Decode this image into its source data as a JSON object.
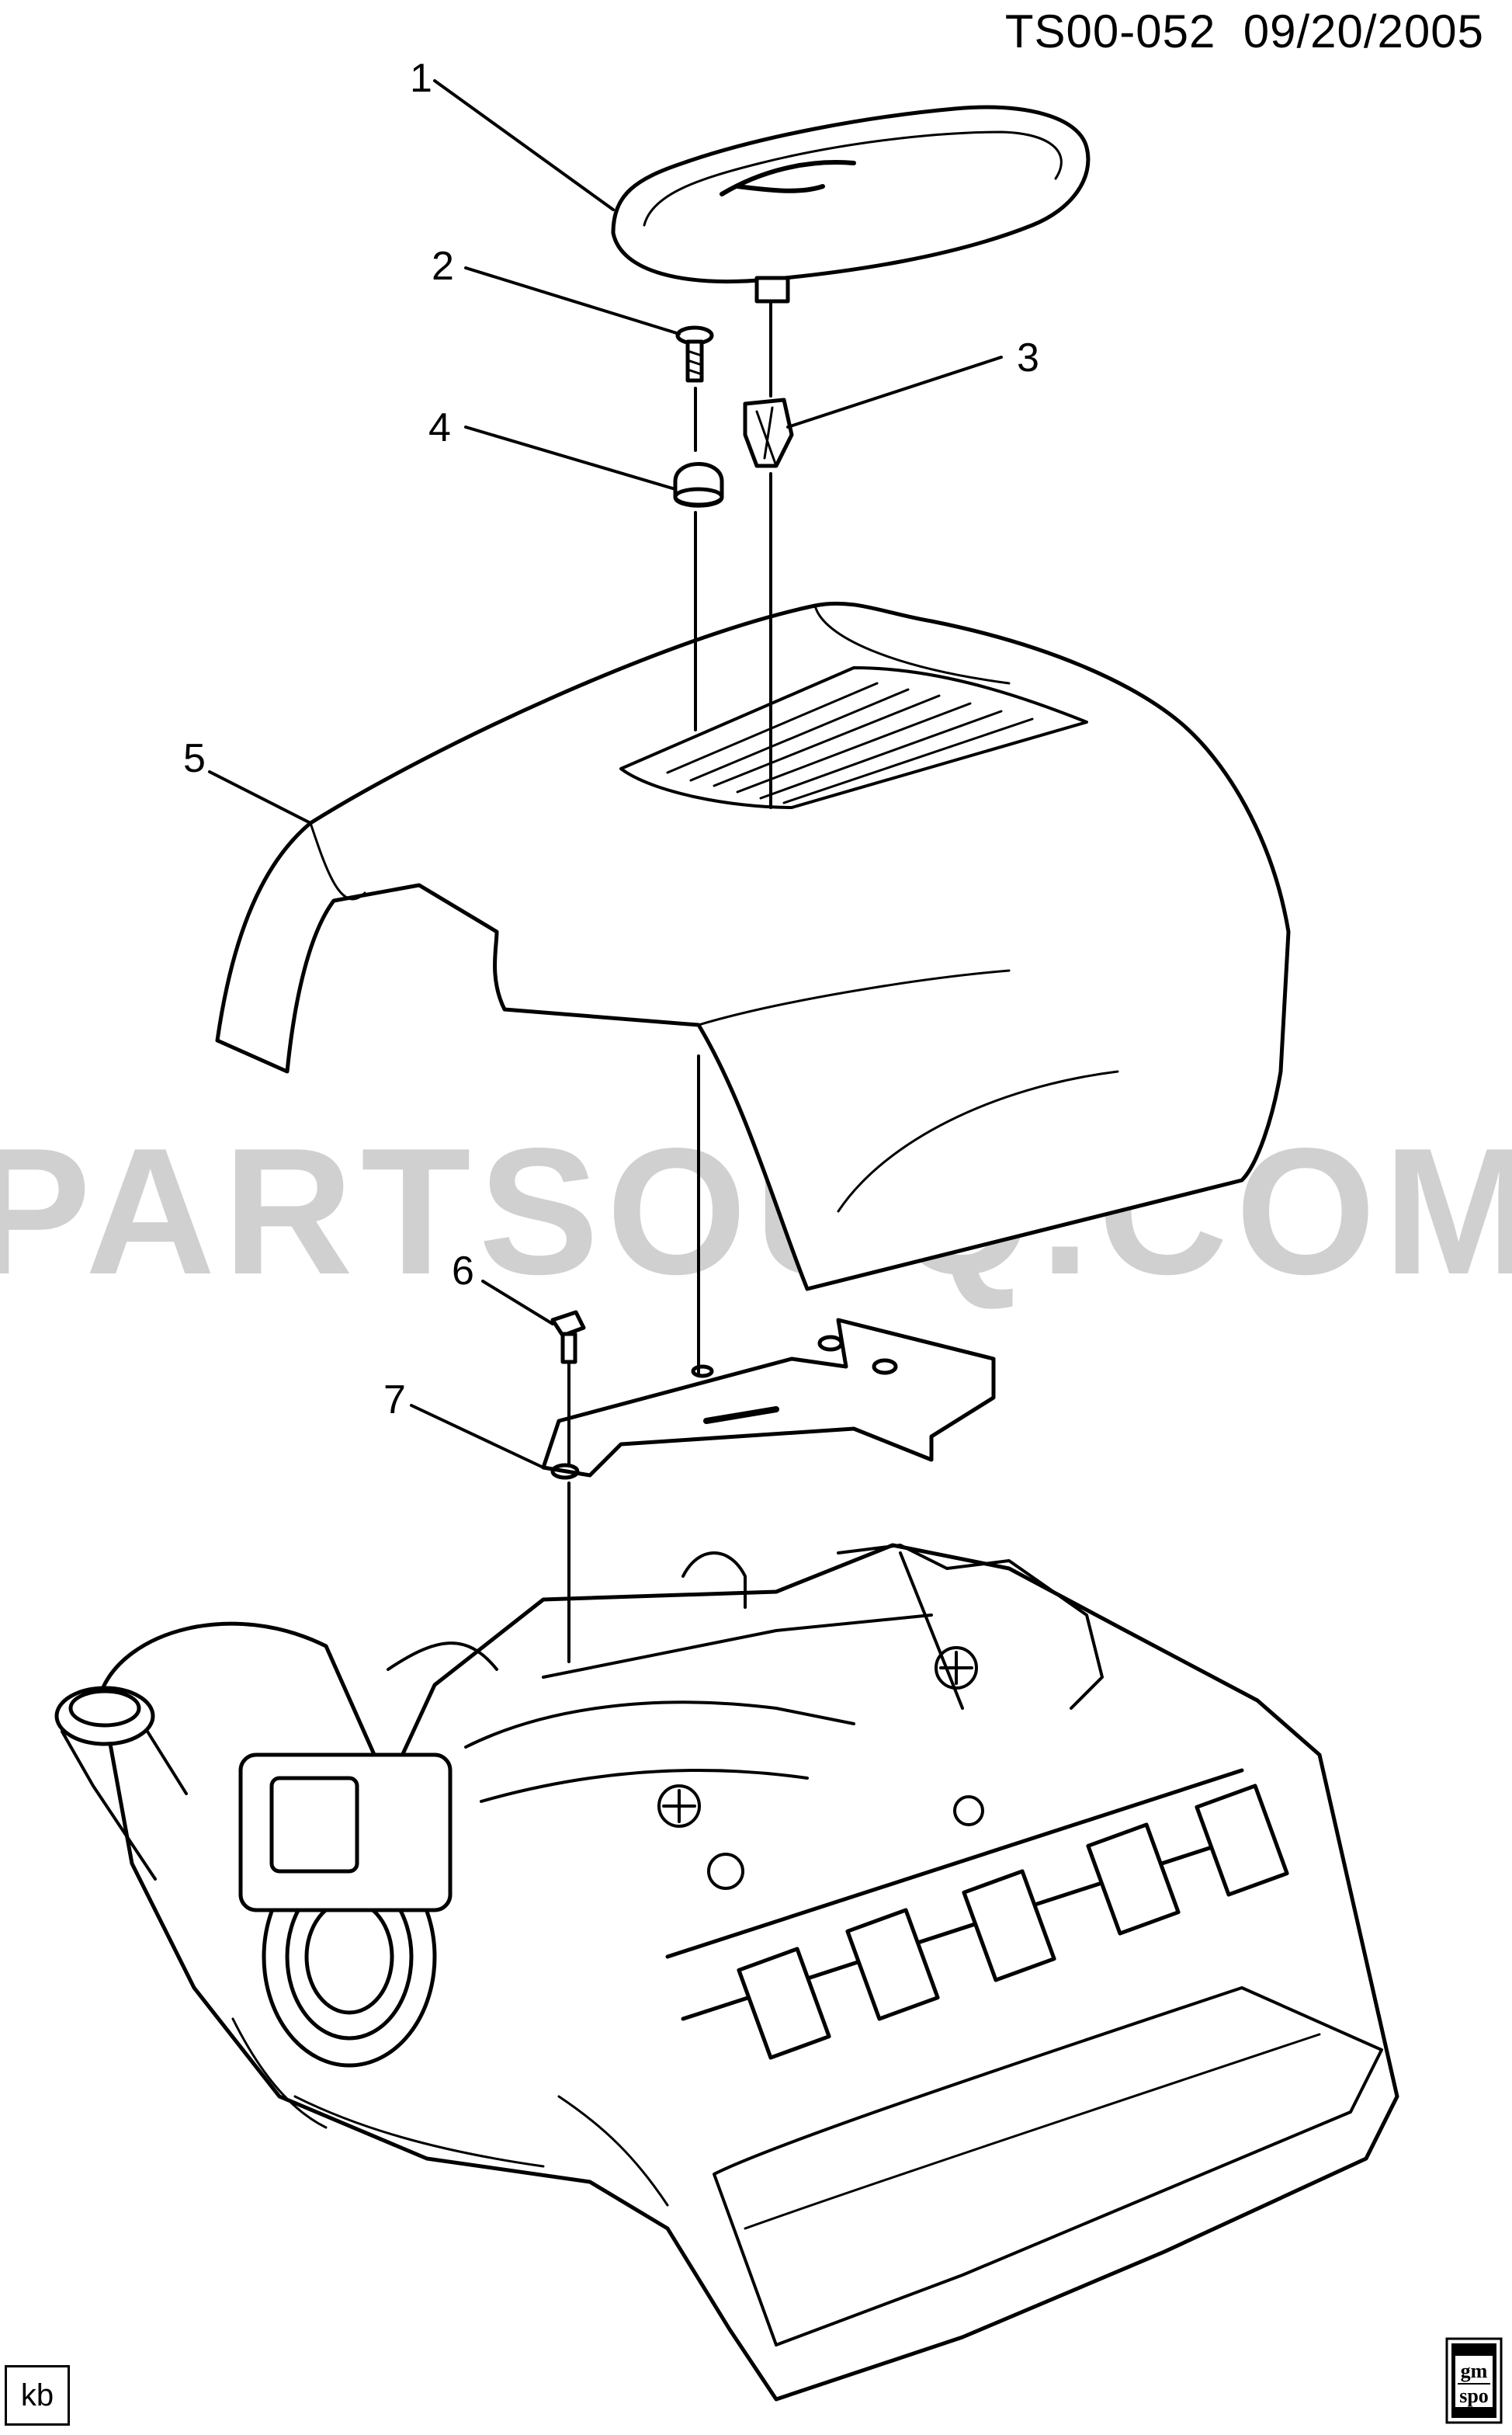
{
  "header": {
    "code": "TS00-052",
    "date": "09/20/2005"
  },
  "callouts": [
    "1",
    "2",
    "3",
    "4",
    "5",
    "6",
    "7"
  ],
  "watermark": "PARTSOUQ.COM",
  "footer": {
    "initials": "kb",
    "logo_top": "gm",
    "logo_bottom": "spo"
  }
}
